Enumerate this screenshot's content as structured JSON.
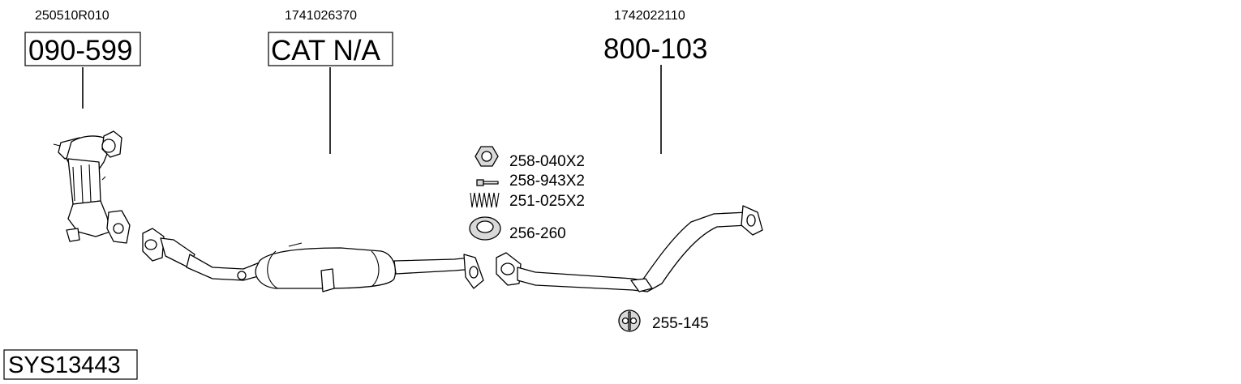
{
  "diagram": {
    "system_code": "SYS13443",
    "parts": [
      {
        "oe_number": "250510R010",
        "code": "090-599"
      },
      {
        "oe_number": "1741026370",
        "code": "CAT N/A"
      },
      {
        "oe_number": "1742022110",
        "code": "800-103"
      }
    ],
    "fittings": [
      {
        "label": "258-040X2",
        "icon": "hex-nut-icon"
      },
      {
        "label": "258-943X2",
        "icon": "bolt-icon"
      },
      {
        "label": "251-025X2",
        "icon": "spring-icon"
      },
      {
        "label": "256-260",
        "icon": "gasket-ring-icon"
      },
      {
        "label": "255-145",
        "icon": "rubber-hanger-icon"
      }
    ]
  }
}
